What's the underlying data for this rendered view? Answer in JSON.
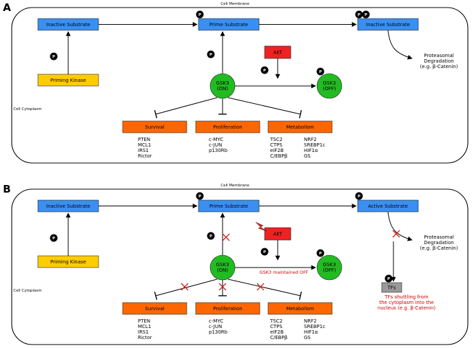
{
  "panels": [
    {
      "letter": "A",
      "membrane": "Cell Membrane",
      "cytoplasm": "Cell Cytoplasm",
      "inactive_substrate": "Inactive Substrate",
      "prime_substrate": "Prime Substrate",
      "end_substrate": "Inactive Substrate",
      "priming_kinase": "Priming Kinase",
      "akt": "AKT",
      "gsk3_on": [
        "GSK3",
        "(ON)"
      ],
      "gsk3_off": [
        "GSK3",
        "(OFF)"
      ],
      "degradation": [
        "Proteasomal",
        "Degradation",
        "(e.g. β-Catenin)"
      ],
      "survival": {
        "title": "Survival",
        "items": [
          "PTEN",
          "MCL1",
          "IRS1",
          "Rictor"
        ]
      },
      "proliferation": {
        "title": "Proliferation",
        "items": [
          "c-MYC",
          "c-JUN",
          "p130Rb"
        ]
      },
      "metabolism": {
        "title": "Metabolism",
        "col1": [
          "TSC2",
          "CTPS",
          "eIF2B",
          "C/EBPβ"
        ],
        "col2": [
          "NRF2",
          "SREBP1c",
          "HIF1α",
          "GS"
        ]
      },
      "phospho": "P"
    },
    {
      "letter": "B",
      "membrane": "Cell Membrane",
      "cytoplasm": "Cell Cytoplasm",
      "inactive_substrate": "Inactive Substrate",
      "prime_substrate": "Prime Substrate",
      "end_substrate": "Active Substrate",
      "priming_kinase": "Priming Kinase",
      "akt": "AKT",
      "gsk3_on": [
        "GSK3",
        "(ON)"
      ],
      "gsk3_off": [
        "GSK3",
        "(OFF)"
      ],
      "maintained": "GSK3 maintained OFF",
      "degradation": [
        "Proteasomal",
        "Degradation",
        "(e.g. β-Catenin)"
      ],
      "tfs": "TFs",
      "tfs_note": [
        "TFs shuttling from",
        "the cytoplasm into the",
        "nucleus (e.g. β-Catenin)"
      ],
      "survival": {
        "title": "Survival",
        "items": [
          "PTEN",
          "MCL1",
          "IRS1",
          "Rictor"
        ]
      },
      "proliferation": {
        "title": "Proliferation",
        "items": [
          "c-MYC",
          "c-JUN",
          "p130Rb"
        ]
      },
      "metabolism": {
        "title": "Metabolism",
        "col1": [
          "TSC2",
          "CTPS",
          "eIF2B",
          "C/EBPβ"
        ],
        "col2": [
          "NRF2",
          "SREBP1c",
          "HIF1α",
          "GS"
        ]
      },
      "phospho": "P"
    }
  ],
  "colors": {
    "substrate": "#3b8ff0",
    "priming": "#ffcc00",
    "akt": "#ee2222",
    "gsk3": "#22bb22",
    "category": "#ff6600",
    "tfs": "#9a9a9a",
    "inhibit_mark": "#cc2222",
    "note_text": "#cc0000"
  }
}
